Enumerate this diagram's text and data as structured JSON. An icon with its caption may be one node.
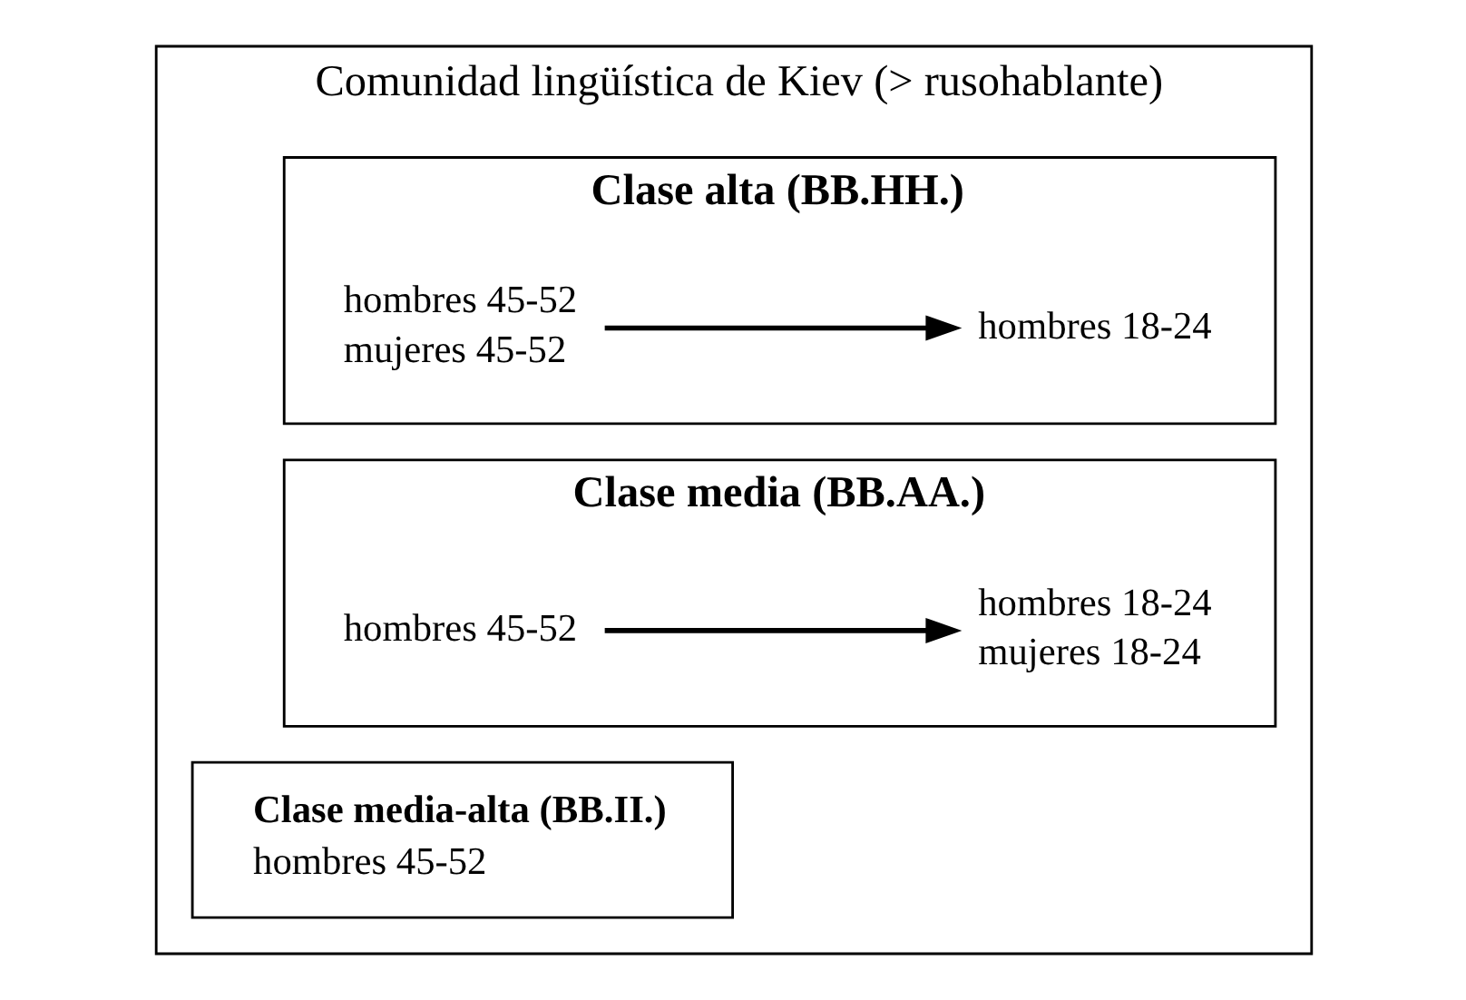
{
  "diagram": {
    "nodes": [
      {
        "text": [
          "Comunidad lingüística de Kiev (> rusohablante)"
        ]
      },
      {
        "text": [
          "Clase alta (BB.HH.)"
        ],
        "in": 0
      },
      {
        "text": [
          "hombres 45-52",
          "mujeres 45-52"
        ],
        "in": 1
      },
      {
        "text": [
          "hombres 18-24"
        ],
        "in": 1
      },
      {
        "text": [
          "Clase media-alta (BB.II.)",
          "hombres 45-52"
        ],
        "in": 0
      },
      {
        "text": [
          "Clase media (BB.AA.)"
        ],
        "in": 0
      },
      {
        "text": [
          "hombres 45-52"
        ],
        "in": 5
      },
      {
        "text": [
          "hombres 18-24",
          "mujeres 18-24"
        ],
        "in": 5
      }
    ],
    "edges": [
      {
        "from": 2,
        "to": 3,
        "arrow": "to"
      },
      {
        "from": 6,
        "to": 7,
        "arrow": "to"
      }
    ]
  }
}
